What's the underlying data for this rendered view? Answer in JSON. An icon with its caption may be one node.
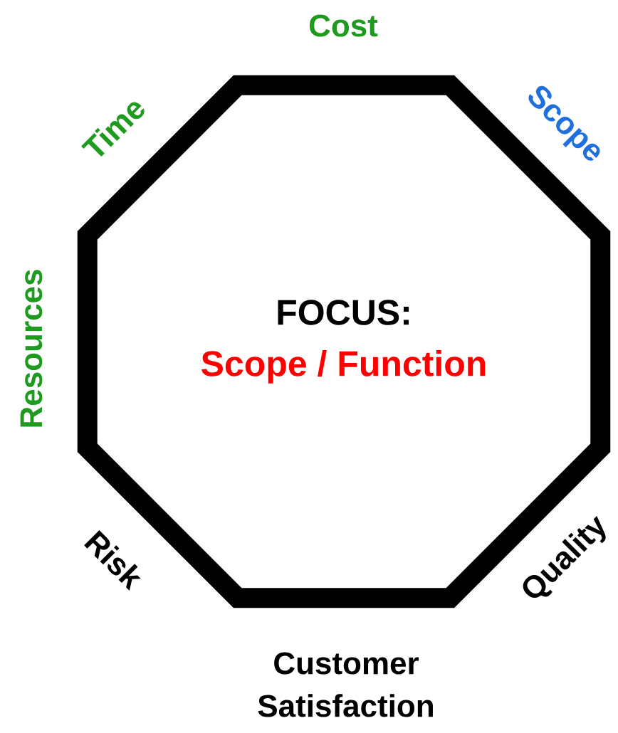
{
  "diagram": {
    "nodes": [
      {
        "text": [
          "FOCUS:",
          "Scope / Function"
        ]
      }
    ],
    "edges": [],
    "labels": [
      "Cost",
      "Scope",
      "Time",
      "Resources",
      "Risk",
      "Quality",
      "Customer Satisfaction"
    ]
  }
}
